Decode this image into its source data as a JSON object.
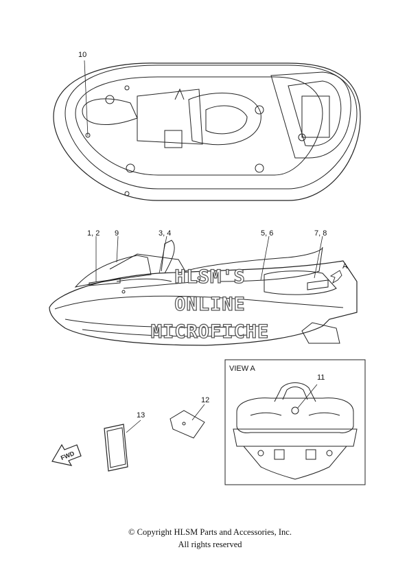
{
  "callouts": {
    "c10": "10",
    "c1_2": "1, 2",
    "c9": "9",
    "c3_4": "3, 4",
    "c5_6": "5, 6",
    "c7_8": "7, 8",
    "cA": "A",
    "c11": "11",
    "c12": "12",
    "c13": "13"
  },
  "view_a": {
    "label": "VIEW A"
  },
  "fwd_label": "FWD",
  "watermark": {
    "line1": "HLSM'S",
    "line2": "ONLINE",
    "line3": "MICROFICHE"
  },
  "footer": {
    "copyright": "© Copyright HLSM Parts and Accessories, Inc.",
    "rights": "All rights reserved"
  }
}
